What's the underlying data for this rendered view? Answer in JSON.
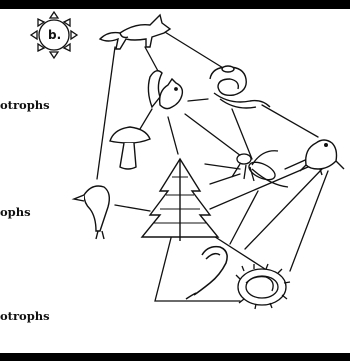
{
  "figure": {
    "sun_letter": "b."
  },
  "trophic_labels": {
    "top": "otrophs",
    "middle": "ophs",
    "bottom": "otrophs"
  },
  "colors": {
    "frame": "#000000",
    "background": "#ffffff",
    "ink": "#111111"
  },
  "organisms": [
    "fox-icon",
    "squirrel-icon",
    "snake-icon",
    "mushroom-icon",
    "tree-icon",
    "insect-icon",
    "frog-icon",
    "bird-icon",
    "worm-icon",
    "millipede-icon",
    "sun-icon"
  ]
}
